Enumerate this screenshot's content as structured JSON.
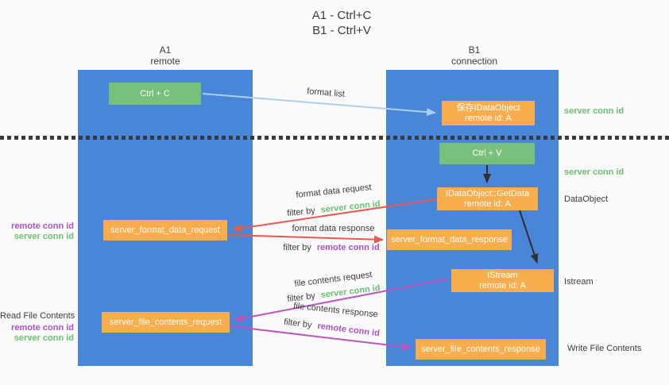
{
  "title": {
    "line1": "A1 - Ctrl+C",
    "line2": "B1 - Ctrl+V"
  },
  "columns": {
    "left": {
      "name": "A1",
      "role": "remote"
    },
    "right": {
      "name": "B1",
      "role": "connection"
    }
  },
  "nodes": {
    "ctrl_c": "Ctrl + C",
    "ctrl_v": "Ctrl + V",
    "save_dataobject": {
      "line1": "保存IDataObject",
      "line2": "remote id: A"
    },
    "getdata": {
      "line1": "IDataObject::GetData",
      "line2": "remote id: A"
    },
    "istream": {
      "line1": "IStream",
      "line2": "remote id: A"
    },
    "server_format_data_request": "server_format_data_request",
    "server_format_data_response": "server_format_data_response",
    "server_file_contents_request": "server_file_contents_request",
    "server_file_contents_response": "server_file_contents_response"
  },
  "labels": {
    "format_list": "format list",
    "format_data_request": "format data request",
    "format_data_response": "format data response",
    "file_contents_request": "file contents request",
    "file_contents_response": "file contents response",
    "filter_by": "filter by",
    "server_conn_id": "server conn id",
    "remote_conn_id": "remote conn id",
    "dataobject": "DataObject",
    "istream": "Istream",
    "read_file_contents": "Read File Contents",
    "write_file_contents": "Write File Contents"
  },
  "colors": {
    "column_blue": "#4a86d8",
    "node_green": "#77c17d",
    "node_orange": "#f9ad4c",
    "id_green": "#6cbf70",
    "id_purple": "#b04fc8",
    "arrow_red": "#e8584f",
    "arrow_magenta": "#bc55bc",
    "arrow_blue": "#aacfee",
    "arrow_black": "#303030"
  }
}
